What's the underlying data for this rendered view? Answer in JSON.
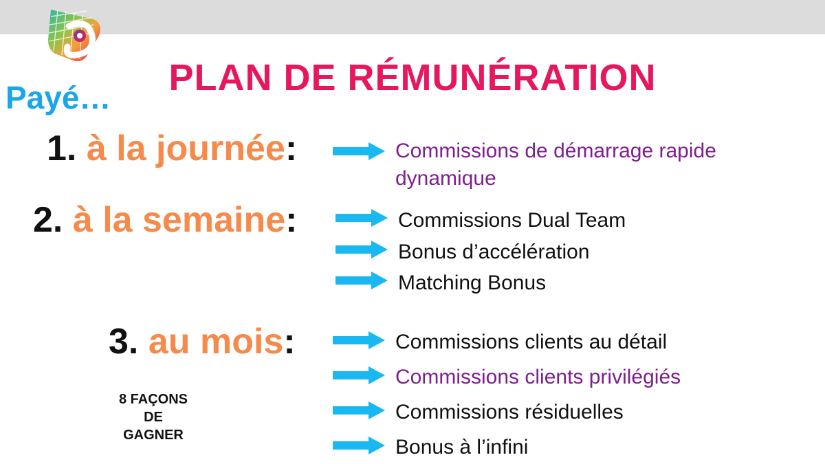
{
  "title": "PLAN DE RÉMUNÉRATION",
  "paye_label": "Payé…",
  "colors": {
    "title": "#e6175c",
    "paye": "#1aa7e8",
    "period": "#f58a4b",
    "number": "#111111",
    "arrow": "#19b8f0",
    "item_black": "#111111",
    "item_purple": "#7e1f8e",
    "topbar": "#dcdcdc"
  },
  "sections": [
    {
      "number": "1.",
      "period": "à la journée",
      "colon": ":",
      "items": [
        {
          "text": "Commissions de démarrage rapide",
          "text2": "dynamique",
          "color": "purple"
        }
      ]
    },
    {
      "number": "2.",
      "period": "à la semaine",
      "colon": ":",
      "items": [
        {
          "text": "Commissions Dual Team",
          "color": "black"
        },
        {
          "text": "Bonus d’accélération",
          "color": "black"
        },
        {
          "text": "Matching Bonus",
          "color": "black"
        }
      ]
    },
    {
      "number": "3.",
      "period": "au mois",
      "colon": ":",
      "items": [
        {
          "text": "Commissions clients au détail",
          "color": "black"
        },
        {
          "text": "Commissions clients privilégiés",
          "color": "purple"
        },
        {
          "text": "Commissions résiduelles",
          "color": "black"
        },
        {
          "text": "Bonus à l’infini",
          "color": "black"
        }
      ]
    }
  ],
  "ways_note": [
    "8 FAÇONS",
    "DE",
    "GAGNER"
  ]
}
